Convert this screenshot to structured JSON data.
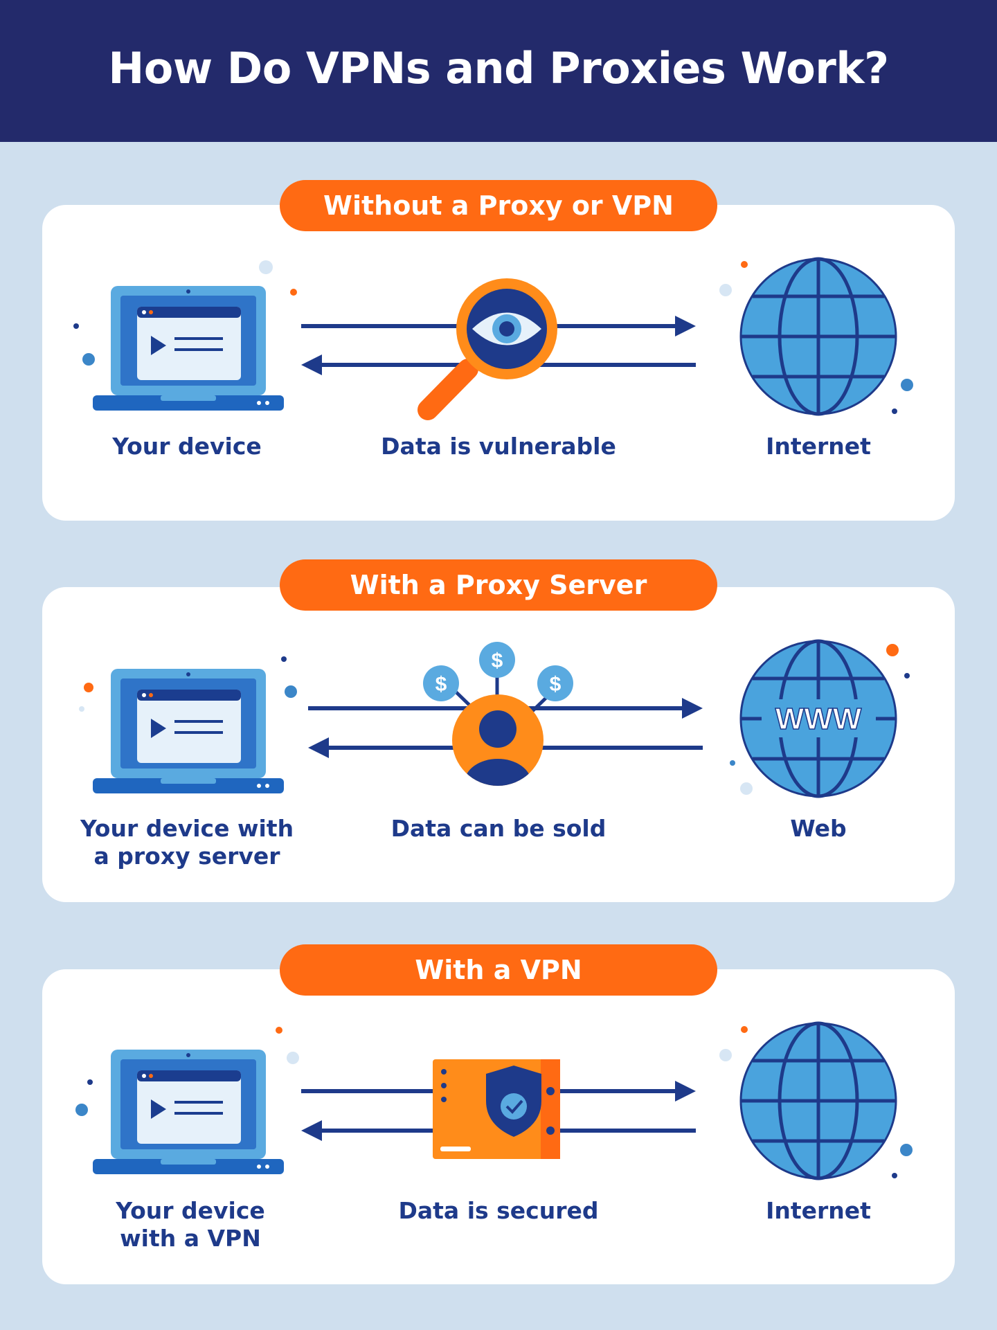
{
  "title": "How Do VPNs and Proxies Work?",
  "colors": {
    "header_bg": "#232a6b",
    "page_bg": "#cfdfee",
    "accent_orange": "#ff6a13",
    "label_blue": "#1e3a8a",
    "globe_blue": "#4aa3dd",
    "laptop_blue": "#2f74c8"
  },
  "sections": [
    {
      "heading": "Without a Proxy or VPN",
      "left_label": "Your device",
      "middle_label": "Data is vulnerable",
      "right_label": "Internet",
      "middle_icon": "magnifying-glass-eye-icon",
      "right_icon": "globe-icon"
    },
    {
      "heading": "With a Proxy Server",
      "left_label_line1": "Your device with",
      "left_label_line2": "a proxy server",
      "middle_label": "Data can be sold",
      "right_label": "Web",
      "globe_text": "WWW",
      "coin_symbol": "$",
      "middle_icon": "user-dollar-icon",
      "right_icon": "www-globe-icon"
    },
    {
      "heading": "With a VPN",
      "left_label_line1": "Your device",
      "left_label_line2": "with a VPN",
      "middle_label": "Data is secured",
      "right_label": "Internet",
      "middle_icon": "shield-check-server-icon",
      "right_icon": "globe-icon"
    }
  ]
}
